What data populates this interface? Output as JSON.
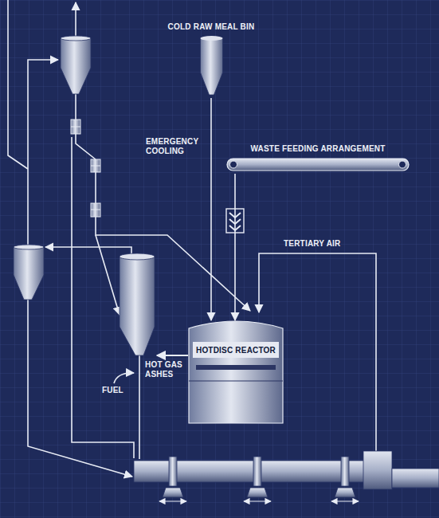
{
  "diagram": {
    "nodes": [
      {
        "text": [
          "COLD RAW MEAL BIN"
        ]
      },
      {
        "text": [
          "WASTE FEEDING ARRANGEMENT"
        ]
      },
      {
        "text": [
          "HOTDISC REACTOR"
        ]
      }
    ],
    "edges": [
      {
        "from": 0,
        "to": 2,
        "arrow": "to",
        "label": "EMERGENCY COOLING"
      },
      {
        "from": 1,
        "to": 2,
        "arrow": "to"
      }
    ],
    "labels": [
      "TERTIARY AIR",
      "HOT GAS ASHES",
      "FUEL"
    ]
  }
}
